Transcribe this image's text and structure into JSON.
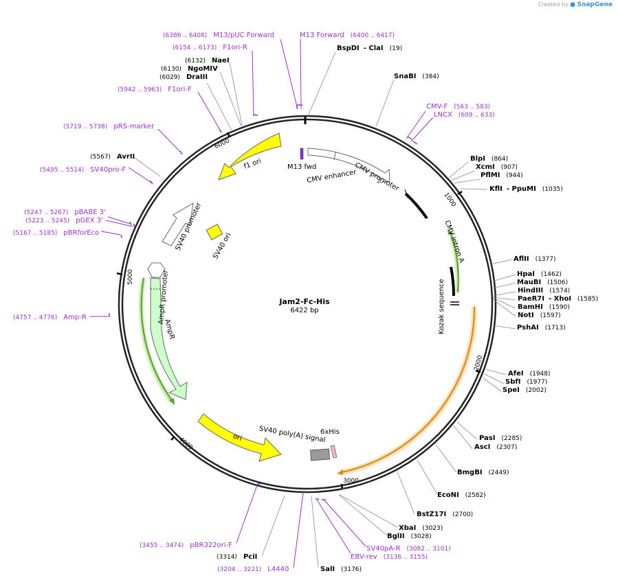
{
  "brand": {
    "prefix": "Created by",
    "name": "SnapGene"
  },
  "plasmid": {
    "name": "Jam2-Fc-His",
    "length_label": "6422 bp",
    "length": 6422
  },
  "ticks": [
    "1000",
    "2000",
    "3000",
    "4000",
    "5000",
    "6000"
  ],
  "enzymes": [
    {
      "name": "BspDI",
      "suffix": "ClaI",
      "pos": "(19)"
    },
    {
      "name": "SnaBI",
      "pos": "(384)"
    },
    {
      "name": "BlpI",
      "pos": "(864)"
    },
    {
      "name": "XcmI",
      "pos": "(907)"
    },
    {
      "name": "PflMI",
      "pos": "(944)"
    },
    {
      "name": "KflI",
      "suffix": "PpuMI",
      "pos": "(1035)"
    },
    {
      "name": "AflII",
      "pos": "(1377)"
    },
    {
      "name": "HpaI",
      "pos": "(1462)"
    },
    {
      "name": "MauBI",
      "pos": "(1506)"
    },
    {
      "name": "HindIII",
      "pos": "(1574)"
    },
    {
      "name": "PaeR7I",
      "suffix": "XhoI",
      "pos": "(1585)"
    },
    {
      "name": "BamHI",
      "pos": "(1590)"
    },
    {
      "name": "NotI",
      "pos": "(1597)"
    },
    {
      "name": "PshAI",
      "pos": "(1713)"
    },
    {
      "name": "AfeI",
      "pos": "(1948)"
    },
    {
      "name": "SbfI",
      "pos": "(1977)"
    },
    {
      "name": "SpeI",
      "pos": "(2002)"
    },
    {
      "name": "PasI",
      "pos": "(2285)"
    },
    {
      "name": "AscI",
      "pos": "(2307)"
    },
    {
      "name": "BmgBI",
      "pos": "(2449)"
    },
    {
      "name": "EcoNI",
      "pos": "(2582)"
    },
    {
      "name": "BstZ17I",
      "pos": "(2700)"
    },
    {
      "name": "XbaI",
      "pos": "(3023)"
    },
    {
      "name": "BglII",
      "pos": "(3028)"
    },
    {
      "name": "SalI",
      "pos": "(3176)"
    },
    {
      "name": "PciI",
      "pos": "(3314)"
    },
    {
      "name": "AvrII",
      "pos": "(5567)"
    },
    {
      "name": "DraIII",
      "pos": "(6029)"
    },
    {
      "name": "NgoMIV",
      "pos": "(6130)"
    },
    {
      "name": "NaeI",
      "pos": "(6132)"
    }
  ],
  "primers": [
    {
      "name": "M13 Forward",
      "pos": "(6400 .. 6417)"
    },
    {
      "name": "CMV-F",
      "pos": "(563 .. 583)"
    },
    {
      "name": "LNCX",
      "pos": "(609 .. 633)"
    },
    {
      "name": "SV40pA-R",
      "pos": "(3082 .. 3101)"
    },
    {
      "name": "EBV-rev",
      "pos": "(3136 .. 3155)"
    },
    {
      "name": "L4440",
      "pos": "(3204 .. 3221)"
    },
    {
      "name": "pBR322ori-F",
      "pos": "(3455 .. 3474)"
    },
    {
      "name": "Amp-R",
      "pos": "(4757 .. 4776)"
    },
    {
      "name": "pBRforEco",
      "pos": "(5167 .. 5185)"
    },
    {
      "name": "pGEX 3'",
      "pos": "(5223 .. 5245)"
    },
    {
      "name": "pBABE 3'",
      "pos": "(5247 .. 5267)"
    },
    {
      "name": "SV40pro-F",
      "pos": "(5495 .. 5514)"
    },
    {
      "name": "pRS-marker",
      "pos": "(5719 .. 5738)"
    },
    {
      "name": "F1ori-F",
      "pos": "(5942 .. 5963)"
    },
    {
      "name": "F1ori-R",
      "pos": "(6154 .. 6173)"
    },
    {
      "name": "M13/pUC Forward",
      "pos": "(6386 .. 6408)"
    }
  ],
  "features": [
    {
      "label": "M13 fwd"
    },
    {
      "label": "CMV enhancer"
    },
    {
      "label": "CMV promoter"
    },
    {
      "label": "CMV intron A"
    },
    {
      "label": "Kozak sequence"
    },
    {
      "label": "6xHis"
    },
    {
      "label": "SV40 poly(A) signal"
    },
    {
      "label": "ori"
    },
    {
      "label": "AmpR"
    },
    {
      "label": "AmpR promoter"
    },
    {
      "label": "SV40 promoter"
    },
    {
      "label": "SV40 ori"
    },
    {
      "label": "f1 ori"
    }
  ],
  "colors": {
    "primer": "#9b30c9",
    "feature_yellow": "#ffff00",
    "feature_green": "#ccffcc",
    "orf_orange": "#f2b347",
    "orf_green": "#7ac043",
    "his_tag": "#ffb6c1",
    "polyA": "#999999"
  }
}
